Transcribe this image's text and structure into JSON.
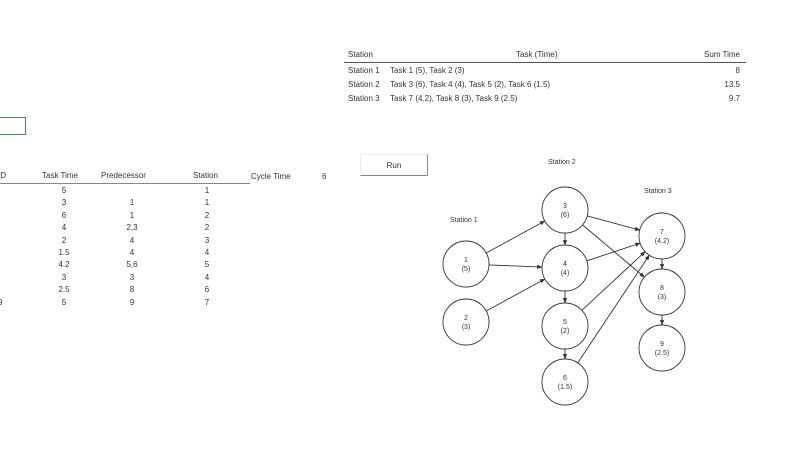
{
  "summary": {
    "headers": {
      "station": "Station",
      "tasks": "Task (Time)",
      "sum": "Sum Time"
    },
    "rows": [
      {
        "station": "Station 1",
        "tasks": "Task 1 (5), Task 2 (3)",
        "sum": "8"
      },
      {
        "station": "Station 2",
        "tasks": "Task 3 (6), Task 4 (4), Task 5 (2), Task 6 (1.5)",
        "sum": "13.5"
      },
      {
        "station": "Station 3",
        "tasks": "Task 7 (4.2), Task 8 (3), Task 9 (2.5)",
        "sum": "9.7"
      }
    ]
  },
  "tasks": {
    "headers": {
      "id": "ID",
      "time": "Task Time",
      "pred": "Predecessor",
      "station": "Station"
    },
    "cycle_label": "Cycle Time",
    "cycle_value": "6",
    "rows": [
      {
        "id": "",
        "time": "5",
        "pred": "",
        "station": "1"
      },
      {
        "id": "",
        "time": "3",
        "pred": "1",
        "station": "1"
      },
      {
        "id": "",
        "time": "6",
        "pred": "1",
        "station": "2"
      },
      {
        "id": "",
        "time": "4",
        "pred": "2,3",
        "station": "2"
      },
      {
        "id": "",
        "time": "2",
        "pred": "4",
        "station": "3"
      },
      {
        "id": "",
        "time": "1.5",
        "pred": "4",
        "station": "4"
      },
      {
        "id": "",
        "time": "4.2",
        "pred": "5,6",
        "station": "5"
      },
      {
        "id": "",
        "time": "3",
        "pred": "3",
        "station": "4"
      },
      {
        "id": "",
        "time": "2.5",
        "pred": "8",
        "station": "6"
      },
      {
        "id": "9",
        "time": "5",
        "pred": "9",
        "station": "7"
      }
    ]
  },
  "run_button": {
    "label": "Run"
  },
  "diagram": {
    "stations": [
      "Station 1",
      "Station 2",
      "Station 3"
    ],
    "nodes": [
      {
        "id": "1",
        "time": "(5)"
      },
      {
        "id": "2",
        "time": "(3)"
      },
      {
        "id": "3",
        "time": "(6)"
      },
      {
        "id": "4",
        "time": "(4)"
      },
      {
        "id": "5",
        "time": "(2)"
      },
      {
        "id": "6",
        "time": "(1.5)"
      },
      {
        "id": "7",
        "time": "(4.2)"
      },
      {
        "id": "8",
        "time": "(3)"
      },
      {
        "id": "9",
        "time": "(2.5)"
      }
    ]
  },
  "colors": {
    "selection_border": "#3f8f53",
    "line": "#333333"
  }
}
